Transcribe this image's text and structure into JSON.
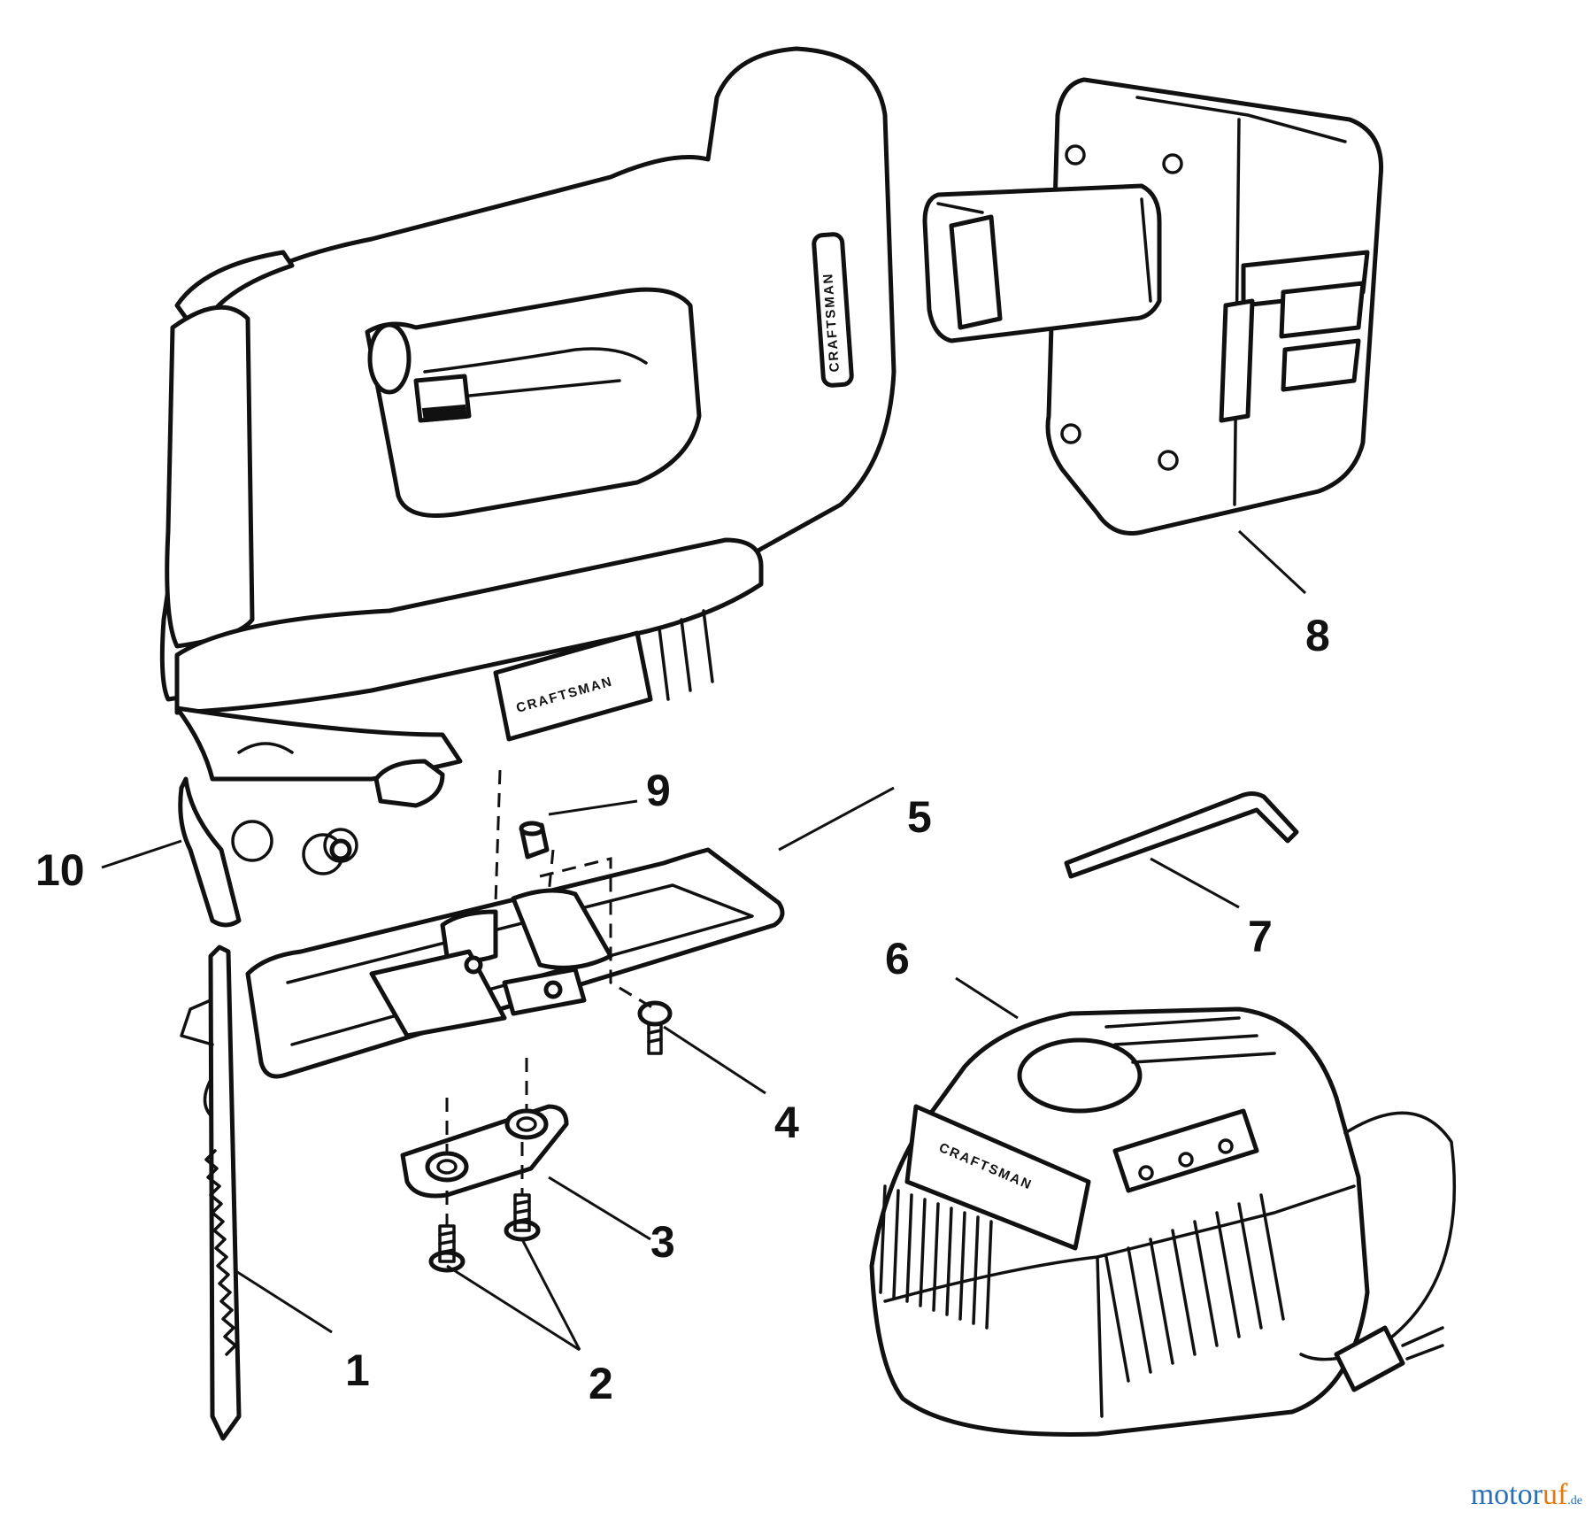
{
  "diagram": {
    "brand_label": "CRAFTSMAN",
    "callouts": [
      {
        "id": "1",
        "label": "1"
      },
      {
        "id": "2",
        "label": "2"
      },
      {
        "id": "3",
        "label": "3"
      },
      {
        "id": "4",
        "label": "4"
      },
      {
        "id": "5",
        "label": "5"
      },
      {
        "id": "6",
        "label": "6"
      },
      {
        "id": "7",
        "label": "7"
      },
      {
        "id": "8",
        "label": "8"
      },
      {
        "id": "9",
        "label": "9"
      },
      {
        "id": "10",
        "label": "10"
      }
    ]
  },
  "watermark": {
    "part1": "motor",
    "part2": "uf",
    "tld": ".de",
    "colors": {
      "primary": "#2a6fb5",
      "accent": "#e07a10"
    }
  }
}
